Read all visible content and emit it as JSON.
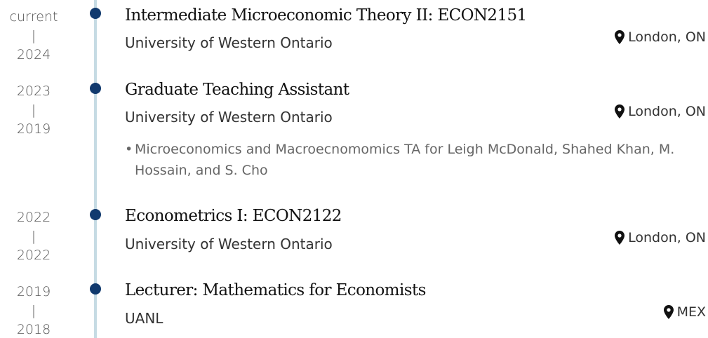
{
  "colors": {
    "timeline_line": "#c6dbe4",
    "dot": "#113a6e"
  },
  "entries": [
    {
      "date_end": "current",
      "date_sep": "|",
      "date_start": "2024",
      "title": "Intermediate Microeconomic Theory II: ECON2151",
      "organization": "University of Western Ontario",
      "location": "London, ON",
      "location_icon": "map-marker-icon"
    },
    {
      "date_end": "2023",
      "date_sep": "|",
      "date_start": "2019",
      "title": "Graduate Teaching Assistant",
      "organization": "University of Western Ontario",
      "location": "London, ON",
      "location_icon": "map-marker-icon",
      "bullets": [
        "Microeconomics and Macroecnomomics TA for Leigh McDonald, Shahed Khan, M. Hossain, and S. Cho"
      ]
    },
    {
      "date_end": "2022",
      "date_sep": "|",
      "date_start": "2022",
      "title": "Econometrics I: ECON2122",
      "organization": "University of Western Ontario",
      "location": "London, ON",
      "location_icon": "map-marker-icon"
    },
    {
      "date_end": "2019",
      "date_sep": "|",
      "date_start": "2018",
      "title": "Lecturer: Mathematics for Economists",
      "organization": "UANL",
      "location": "MEX",
      "location_icon": "map-marker-icon"
    }
  ],
  "bullet_mark": "•"
}
